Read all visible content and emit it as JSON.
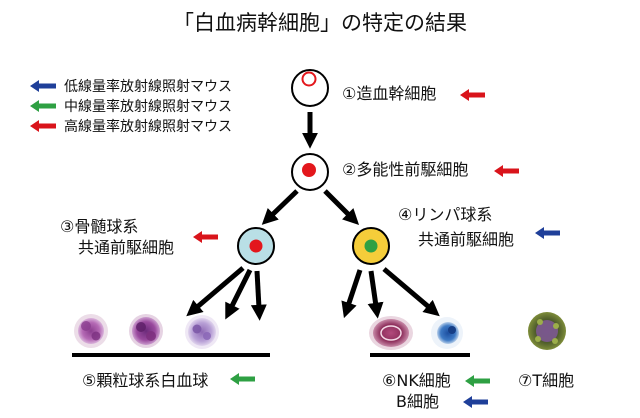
{
  "title": "「白血病幹細胞」の特定の結果",
  "colors": {
    "blue": "#1f3f99",
    "green": "#2ea043",
    "red": "#d9141b",
    "progenitor_red": "#e3171c",
    "myeloid_fill": "#b9dfe6",
    "lymphoid_fill": "#f5cd3a",
    "lymphoid_dot": "#2ea043"
  },
  "legend": [
    {
      "label": "低線量率放射線照射マウス",
      "color_key": "blue",
      "icon": "arrow-left-icon"
    },
    {
      "label": "中線量率放射線照射マウス",
      "color_key": "green",
      "icon": "arrow-left-icon"
    },
    {
      "label": "高線量率放射線照射マウス",
      "color_key": "red",
      "icon": "arrow-left-icon"
    }
  ],
  "nodes": {
    "hsc": "①造血幹細胞",
    "mpp": "②多能性前駆細胞",
    "myeloid_line1": "③骨髄球系",
    "myeloid_line2": "共通前駆細胞",
    "lymphoid_line1": "④リンパ球系",
    "lymphoid_line2": "共通前駆細胞",
    "granulocyte": "⑤顆粒球系白血球",
    "nk": "⑥NK細胞",
    "b_cell": "B細胞",
    "t_cell": "⑦T細胞"
  },
  "markers": {
    "hsc": [
      "red"
    ],
    "mpp": [
      "red"
    ],
    "myeloid": [
      "red"
    ],
    "lymphoid": [
      "blue"
    ],
    "granulocyte": [
      "green"
    ],
    "nk": [
      "green"
    ],
    "b_cell": [
      "blue"
    ]
  }
}
